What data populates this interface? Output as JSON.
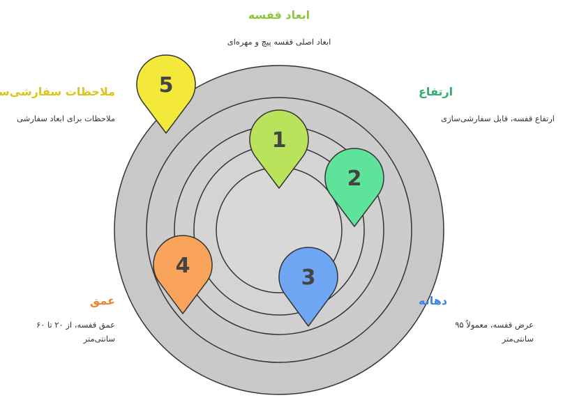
{
  "items": [
    {
      "num": "1",
      "title": "ابعاد قفسه",
      "desc": "ابعاد اصلی قفسه پیچ و مهره‌ای",
      "color": "#8dc63f",
      "fill": "#b9e35a"
    },
    {
      "num": "2",
      "title": "ارتفاع",
      "desc": "ارتفاع قفسه، قابل سفارشی‌سازی",
      "color": "#2fae6e",
      "fill": "#5ee39a"
    },
    {
      "num": "3",
      "title": "دهانه",
      "desc": "عرض قفسه، معمولاً ۹۵ سانتی‌متر",
      "color": "#3a86e8",
      "fill": "#6fa6f3"
    },
    {
      "num": "4",
      "title": "عمق",
      "desc": "عمق قفسه، از ۲۰ تا ۶۰ سانتی‌متر",
      "color": "#e8862e",
      "fill": "#f9a35b"
    },
    {
      "num": "5",
      "title": "ملاحظات سفارشی‌سازی",
      "desc": "ملاحظات برای ابعاد سفارشی",
      "color": "#dcc419",
      "fill": "#f4e83a"
    }
  ]
}
